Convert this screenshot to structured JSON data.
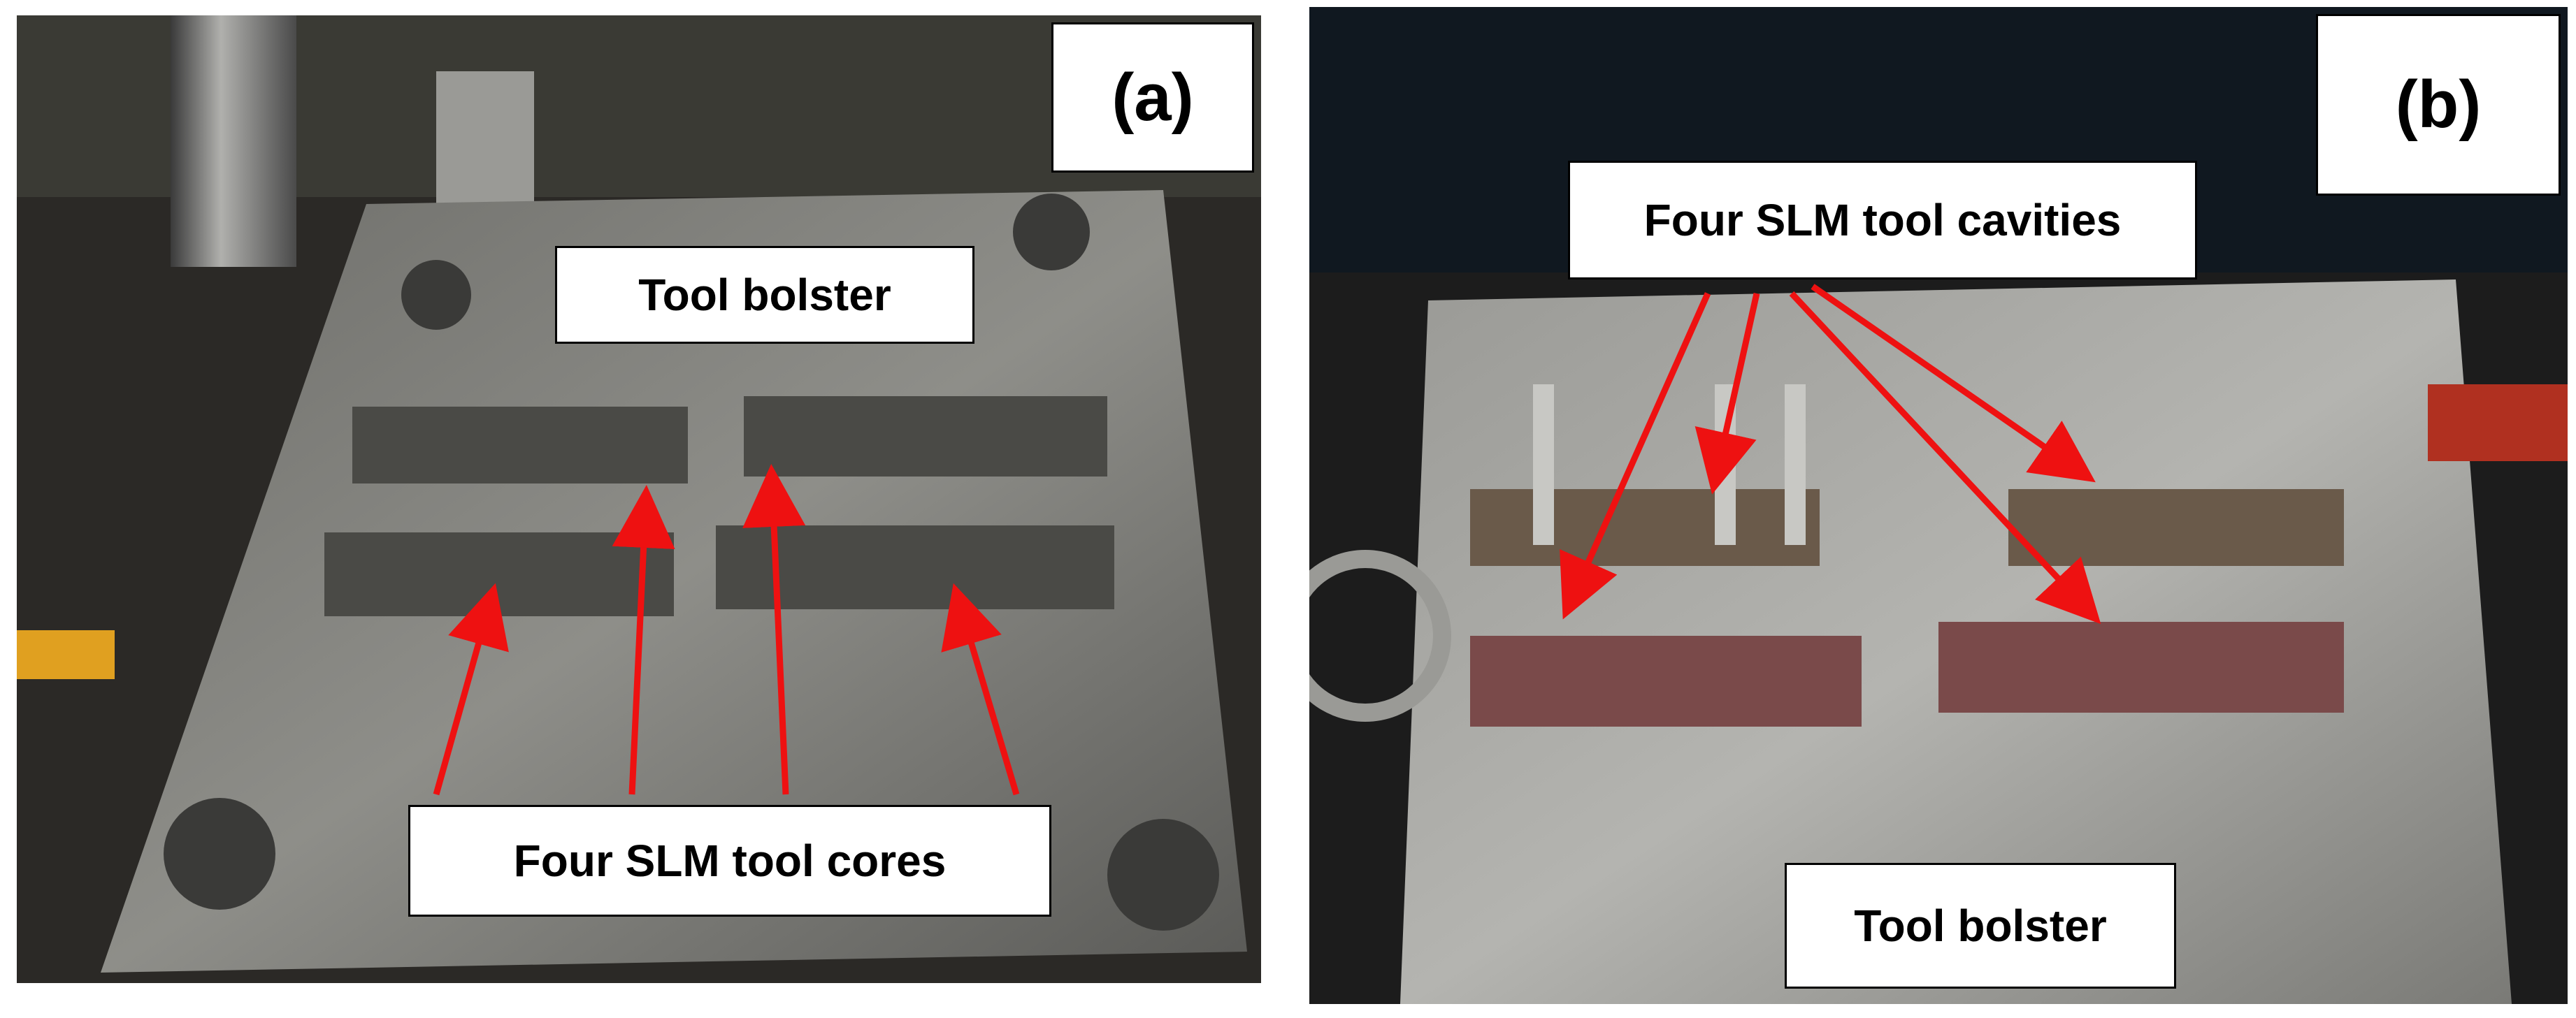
{
  "figure": {
    "panel_a": {
      "letter": "(a)",
      "bolster_label": "Tool bolster",
      "cores_label": "Four SLM tool cores"
    },
    "panel_b": {
      "letter": "(b)",
      "cavities_label": "Four SLM tool cavities",
      "bolster_label": "Tool bolster"
    }
  },
  "colors": {
    "arrow": "#ee1111",
    "steel": "#8a8a86",
    "background": "#ffffff"
  }
}
